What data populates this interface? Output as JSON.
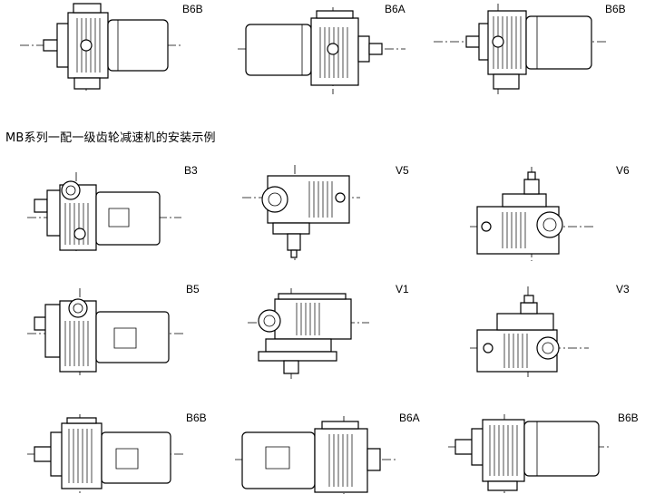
{
  "heading": "MB系列一配一级齿轮减速机的安装示例",
  "top_row": [
    {
      "label": "B6B"
    },
    {
      "label": "B6A"
    },
    {
      "label": "B6B"
    }
  ],
  "rows": [
    [
      {
        "label": "B3"
      },
      {
        "label": "V5"
      },
      {
        "label": "V6"
      }
    ],
    [
      {
        "label": "B5"
      },
      {
        "label": "V1"
      },
      {
        "label": "V3"
      }
    ],
    [
      {
        "label": "B6B"
      },
      {
        "label": "B6A"
      },
      {
        "label": "B6B"
      }
    ]
  ],
  "colors": {
    "line": "#000000",
    "background": "#ffffff"
  }
}
